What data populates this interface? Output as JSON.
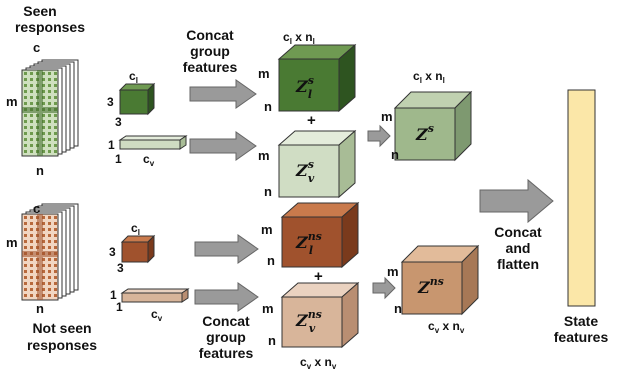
{
  "colors": {
    "seen_dark": "#3f6b2a",
    "seen_mid": "#8fb870",
    "seen_light": "#d0ddc4",
    "notseen_dark": "#a0522d",
    "notseen_light": "#d8b59a",
    "arrow": "#9a9a9a",
    "state_bar": "#fbe7a8"
  },
  "text": {
    "seen_responses": [
      "Seen",
      "responses"
    ],
    "not_seen_responses": [
      "Not seen",
      "responses"
    ],
    "concat_group_features": [
      "Concat",
      "group",
      "features"
    ],
    "concat_flatten": [
      "Concat",
      "and",
      "flatten"
    ],
    "state_features": [
      "State",
      "features"
    ],
    "plus": "+"
  },
  "dims": {
    "c": "c",
    "m": "m",
    "n": "n",
    "three": "3",
    "one": "1",
    "cl": "c",
    "cl_sub": "l",
    "cv": "c",
    "cv_sub": "v",
    "cl_x_nl": {
      "c": "c",
      "c_sub": "l",
      "x": " x n",
      "n_sub": "l"
    },
    "cv_x_nv": {
      "c": "c",
      "c_sub": "v",
      "x": " x n",
      "n_sub": "v"
    }
  },
  "tensors": {
    "zls": {
      "base": "Z",
      "sup": "s",
      "sub": "l"
    },
    "zvs": {
      "base": "Z",
      "sup": "s",
      "sub": "v"
    },
    "zs": {
      "base": "Z",
      "sup": "s"
    },
    "zlns": {
      "base": "Z",
      "sup": "ns",
      "sub": "l"
    },
    "zvns": {
      "base": "Z",
      "sup": "ns",
      "sub": "v"
    },
    "zns": {
      "base": "Z",
      "sup": "ns"
    }
  }
}
